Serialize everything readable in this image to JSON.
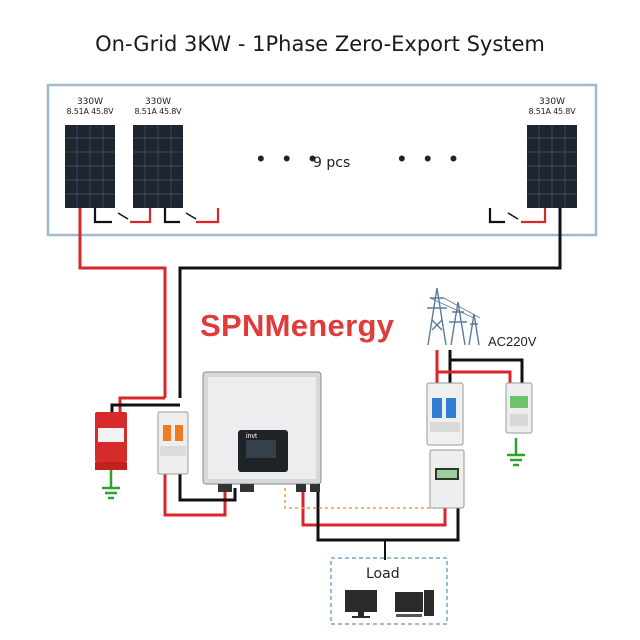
{
  "title": "On-Grid 3KW - 1Phase  Zero-Export System",
  "panels": [
    {
      "power": "330W",
      "spec": "8.51A  45.8V"
    },
    {
      "power": "330W",
      "spec": "8.51A  45.8V"
    },
    {
      "power": "330W",
      "spec": "8.51A  45.8V"
    }
  ],
  "panel_count": "9 pcs",
  "ellipsis": "• • •",
  "brand": "SPNMenergy",
  "grid_label": "AC220V",
  "load_label": "Load",
  "inverter_logo": "invt",
  "colors": {
    "positive": "#d8262b",
    "negative": "#111111",
    "frame": "#9fbad0",
    "brand": "#e03a3a",
    "ground": "#2ea02e",
    "comm": "#f29a3a"
  }
}
